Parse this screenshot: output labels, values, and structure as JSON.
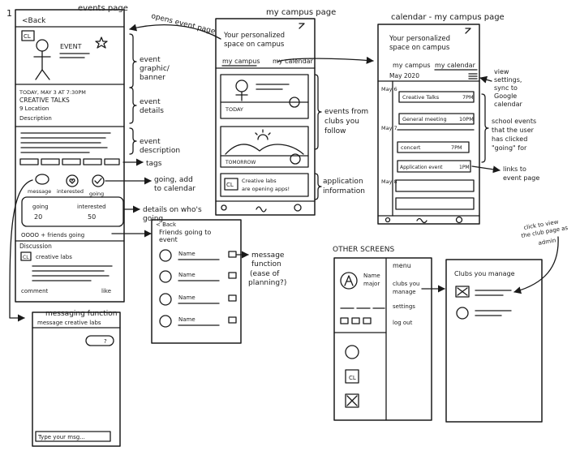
{
  "page_number": "1",
  "events_page": {
    "title": "events page",
    "back": "<Back",
    "club_badge": "CL",
    "event_word": "EVENT",
    "date": "TODAY, MAY 3 AT 7:30PM",
    "name": "CREATIVE TALKS",
    "location": "9 Location",
    "description": "Description",
    "actions": [
      "message",
      "interested",
      "going"
    ],
    "going_label": "going",
    "going_count": "20",
    "interested_label": "interested",
    "interested_count": "50",
    "friends_going": "OOOO + friends going",
    "discussion": "Discussion",
    "discussion_club": "creative labs",
    "comment": "comment",
    "like": "like"
  },
  "events_annotations": {
    "opens_event_page": "opens event page",
    "graphic_1": "event",
    "graphic_2": "graphic/",
    "graphic_3": "banner",
    "details_1": "event",
    "details_2": "details",
    "desc_1": "event",
    "desc_2": "description",
    "tags": "tags",
    "going_add_1": "going, add",
    "going_add_2": "to calendar",
    "details_who_1": "details on who's",
    "details_who_2": "going"
  },
  "message_screen": {
    "title": "messaging function",
    "header": "message creative labs",
    "type_hint": "Type your msg..."
  },
  "friends_screen": {
    "back": "< Back",
    "title_1": "Friends going to",
    "title_2": "event",
    "names": [
      "Name",
      "Name",
      "Name",
      "Name"
    ]
  },
  "friends_annotations": {
    "msg_1": "message",
    "msg_2": "function",
    "msg_3": "(ease of",
    "msg_4": "planning?)"
  },
  "campus_page": {
    "title": "my campus page",
    "heading_1": "Your personalized",
    "heading_2": "space on campus",
    "tab_campus": "my campus",
    "tab_calendar": "my calendar",
    "card1": "TODAY",
    "card2": "TOMORROW",
    "app_badge": "CL",
    "app_1": "Creative labs",
    "app_2": "are opening apps!"
  },
  "campus_annotations": {
    "clubs_1": "events from",
    "clubs_2": "clubs you",
    "clubs_3": "follow",
    "app_1": "application",
    "app_2": "information"
  },
  "calendar_page": {
    "title": "calendar - my campus page",
    "heading_1": "Your personalized",
    "heading_2": "space on campus",
    "tab_campus": "my campus",
    "tab_calendar": "my calendar",
    "month_year": "May 2020",
    "days": [
      "May 6",
      "May 7",
      "May 8"
    ],
    "events": [
      {
        "name": "Creative Talks",
        "time": "7PM"
      },
      {
        "name": "General meeting",
        "time": "10PM"
      },
      {
        "name": "concert",
        "time": "7PM"
      },
      {
        "name": "Application event",
        "time": "1PM"
      }
    ]
  },
  "calendar_annotations": {
    "settings_1": "view",
    "settings_2": "settings,",
    "settings_3": "sync to",
    "settings_4": "Google",
    "settings_5": "calendar",
    "school_1": "school events",
    "school_2": "that the user",
    "school_3": "has clicked",
    "school_4": "\"going\" for",
    "links_1": "links to",
    "links_2": "event page"
  },
  "other_screens": {
    "title": "OTHER SCREENS",
    "name_1": "Name",
    "name_2": "major",
    "menu_title": "menu",
    "menu_items": [
      "clubs you",
      "manage",
      "settings",
      "log out"
    ],
    "manage_title": "Clubs you manage",
    "click_1": "click to view",
    "click_2": "the club page as",
    "click_3": "admin"
  },
  "colors": {
    "ink": "#1a1a1a",
    "paper": "#ffffff"
  }
}
